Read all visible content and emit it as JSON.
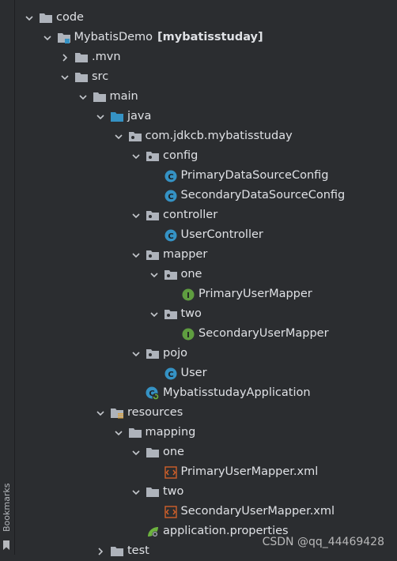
{
  "sidebar": {
    "bookmarks_label": "Bookmarks"
  },
  "tree": {
    "rows": [
      {
        "label": "code",
        "icon": "folder-icon",
        "arrow": "expanded"
      },
      {
        "label": "MybatisDemo",
        "suffix": "[mybatisstuday]",
        "icon": "module-icon",
        "arrow": "expanded"
      },
      {
        "label": ".mvn",
        "icon": "folder-icon",
        "arrow": "collapsed"
      },
      {
        "label": "src",
        "icon": "folder-icon",
        "arrow": "expanded"
      },
      {
        "label": "main",
        "icon": "folder-icon",
        "arrow": "expanded"
      },
      {
        "label": "java",
        "icon": "source-folder-icon",
        "arrow": "expanded"
      },
      {
        "label": "com.jdkcb.mybatisstuday",
        "icon": "package-icon",
        "arrow": "expanded"
      },
      {
        "label": "config",
        "icon": "package-icon",
        "arrow": "expanded"
      },
      {
        "label": "PrimaryDataSourceConfig",
        "icon": "class-icon",
        "arrow": "none"
      },
      {
        "label": "SecondaryDataSourceConfig",
        "icon": "class-icon",
        "arrow": "none"
      },
      {
        "label": "controller",
        "icon": "package-icon",
        "arrow": "expanded"
      },
      {
        "label": "UserController",
        "icon": "class-icon",
        "arrow": "none"
      },
      {
        "label": "mapper",
        "icon": "package-icon",
        "arrow": "expanded"
      },
      {
        "label": "one",
        "icon": "package-icon",
        "arrow": "expanded"
      },
      {
        "label": "PrimaryUserMapper",
        "icon": "interface-icon",
        "arrow": "none"
      },
      {
        "label": "two",
        "icon": "package-icon",
        "arrow": "expanded"
      },
      {
        "label": "SecondaryUserMapper",
        "icon": "interface-icon",
        "arrow": "none"
      },
      {
        "label": "pojo",
        "icon": "package-icon",
        "arrow": "expanded"
      },
      {
        "label": "User",
        "icon": "class-icon",
        "arrow": "none"
      },
      {
        "label": "MybatisstudayApplication",
        "icon": "spring-app-icon",
        "arrow": "none"
      },
      {
        "label": "resources",
        "icon": "resources-folder-icon",
        "arrow": "expanded"
      },
      {
        "label": "mapping",
        "icon": "folder-icon",
        "arrow": "expanded"
      },
      {
        "label": "one",
        "icon": "folder-icon",
        "arrow": "expanded"
      },
      {
        "label": "PrimaryUserMapper.xml",
        "icon": "xml-file-icon",
        "arrow": "none"
      },
      {
        "label": "two",
        "icon": "folder-icon",
        "arrow": "expanded"
      },
      {
        "label": "SecondaryUserMapper.xml",
        "icon": "xml-file-icon",
        "arrow": "none"
      },
      {
        "label": "application.properties",
        "icon": "properties-file-icon",
        "arrow": "none"
      },
      {
        "label": "test",
        "icon": "folder-icon",
        "arrow": "collapsed"
      }
    ]
  },
  "watermark": {
    "text": "CSDN @qq_44469428"
  },
  "colors": {
    "background": "#2b2d30",
    "text": "#dfe1e5",
    "folder": "#aeb3bb",
    "source_folder": "#3592c4",
    "class_icon": "#3592c4",
    "interface_icon": "#5f9d40",
    "xml_icon": "#d0602a",
    "selection_bar": "#2e4a78"
  }
}
